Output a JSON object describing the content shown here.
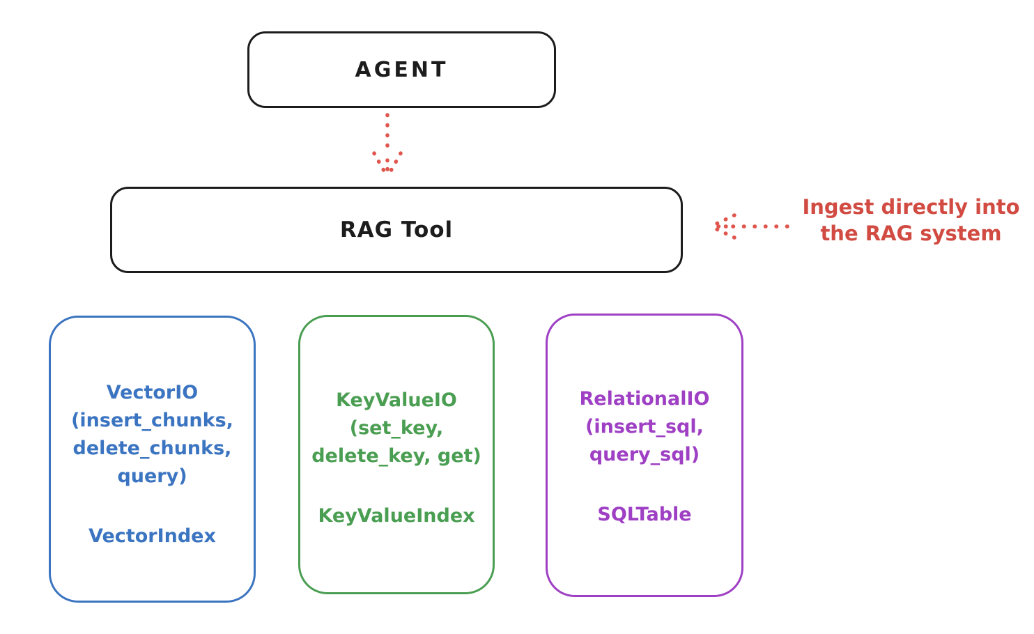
{
  "diagram": {
    "agent_box": {
      "label": "AGENT"
    },
    "rag_tool_box": {
      "label": "RAG Tool"
    },
    "annotation": {
      "text": [
        "Ingest directly into",
        "the RAG system"
      ]
    },
    "io_boxes": {
      "vector": {
        "lines": [
          "VectorIO",
          "(insert_chunks,",
          "delete_chunks,",
          "query)"
        ],
        "index": "VectorIndex",
        "color": "#3b74c0"
      },
      "keyvalue": {
        "lines": [
          "KeyValueIO",
          "(set_key,",
          "delete_key, get)"
        ],
        "index": "KeyValueIndex",
        "color": "#4a9e52"
      },
      "relational": {
        "lines": [
          "RelationalIO",
          "(insert_sql,",
          "query_sql)"
        ],
        "index": "SQLTable",
        "color": "#9e3fc4"
      }
    },
    "colors": {
      "ink": "#1c1c1c",
      "annotation_red": "#d14b42",
      "arrow_red": "#e0564e",
      "background": "#ffffff"
    }
  }
}
